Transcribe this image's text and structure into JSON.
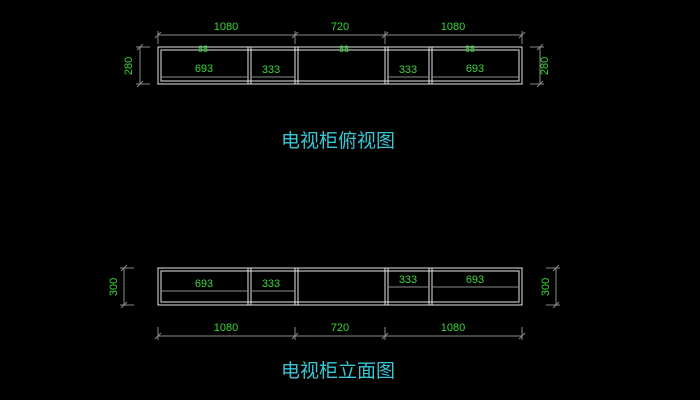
{
  "colors": {
    "background": "#000000",
    "outline": "#e6e6e6",
    "dimension_line": "#8a8a8a",
    "dimension_text": "#39d639",
    "title_text": "#35c7d6",
    "leader_marker": "#39d639"
  },
  "top_view": {
    "title": "电视柜俯视图",
    "widths": {
      "left": "1080",
      "middle": "720",
      "right": "1080"
    },
    "depth_left": "280",
    "depth_right": "280",
    "inner": {
      "left_large": "693",
      "left_small": "333",
      "right_small": "333",
      "right_large": "693"
    },
    "leader_marks": [
      "88",
      "88",
      "88"
    ]
  },
  "elevation_view": {
    "title": "电视柜立面图",
    "widths": {
      "left": "1080",
      "middle": "720",
      "right": "1080"
    },
    "height_left": "300",
    "height_right": "300",
    "inner": {
      "left_large": "693",
      "left_small": "333",
      "right_small": "333",
      "right_large": "693"
    }
  }
}
